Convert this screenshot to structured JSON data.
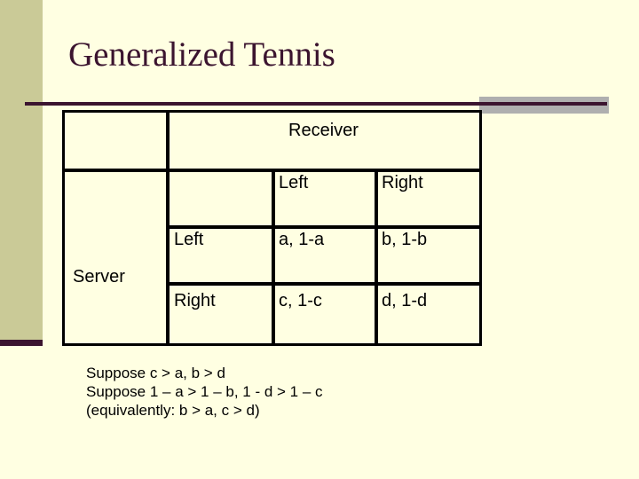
{
  "slide": {
    "title": "Generalized Tennis"
  },
  "table": {
    "receiver_label": "Receiver",
    "server_label": "Server",
    "col_headers": [
      "Left",
      "Right"
    ],
    "row_headers": [
      "Left",
      "Right"
    ],
    "cells": [
      [
        "a, 1-a",
        "b, 1-b"
      ],
      [
        "c, 1-c",
        "d, 1-d"
      ]
    ]
  },
  "notes": {
    "line1": "Suppose c > a, b > d",
    "line2": "Suppose 1 – a > 1 – b, 1 - d > 1 – c",
    "line3": "(equivalently: b > a, c > d)"
  },
  "colors": {
    "background": "#FFFFE2",
    "sidebar": "#CACA97",
    "accent": "#3B142F",
    "gray_band": "#AFAFAF",
    "table_border": "#000000",
    "text": "#000000"
  }
}
